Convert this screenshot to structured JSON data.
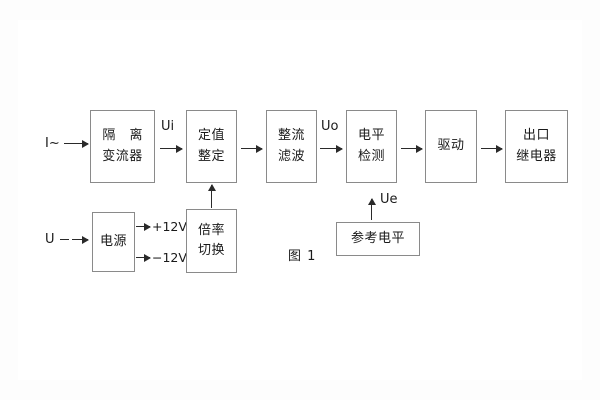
{
  "figure": {
    "caption": "图 1",
    "background_color": "#fdfdfd",
    "panel_color": "#ffffff",
    "block_border_color": "#8a8a8a",
    "line_color": "#2a2a2a",
    "text_color": "#1a1a1a"
  },
  "inputs": [
    {
      "id": "current-input",
      "label": "I~"
    },
    {
      "id": "voltage-input",
      "label": "U"
    }
  ],
  "blocks": [
    {
      "id": "isolation-transformer",
      "line1": "隔 离",
      "line2": "变流器"
    },
    {
      "id": "setpoint-adjust",
      "line1": "定值",
      "line2": "整定"
    },
    {
      "id": "rectify-filter",
      "line1": "整流",
      "line2": "滤波"
    },
    {
      "id": "level-detect",
      "line1": "电平",
      "line2": "检测"
    },
    {
      "id": "drive",
      "line1": "驱动",
      "line2": ""
    },
    {
      "id": "output-relay",
      "line1": "出口",
      "line2": "继电器"
    },
    {
      "id": "power-supply",
      "line1": "电源",
      "line2": ""
    },
    {
      "id": "multiplier-switch",
      "line1": "倍率",
      "line2": "切换"
    },
    {
      "id": "reference-level",
      "line1": "参考电平",
      "line2": ""
    }
  ],
  "signal_labels": [
    {
      "id": "ui",
      "label": "Ui"
    },
    {
      "id": "uo",
      "label": "Uo"
    },
    {
      "id": "ue",
      "label": "Ue"
    }
  ],
  "power_rails": [
    {
      "id": "rail-positive",
      "label": "+12V"
    },
    {
      "id": "rail-negative",
      "label": "−12V"
    }
  ]
}
